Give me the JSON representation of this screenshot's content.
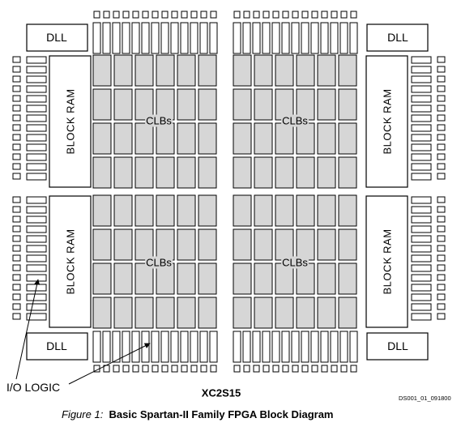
{
  "diagram": {
    "dll_label": "DLL",
    "clb_label": "CLBs",
    "block_ram_label": "BLOCK RAM",
    "io_logic_label": "I/O LOGIC",
    "part_number": "XC2S15",
    "doc_code": "DS001_01_091800"
  },
  "caption": {
    "figure_label": "Figure 1:",
    "text": "Basic Spartan-II Family FPGA Block Diagram"
  },
  "colors": {
    "clb_fill": "#d6d6d6",
    "stroke": "#000000",
    "background": "#ffffff"
  }
}
